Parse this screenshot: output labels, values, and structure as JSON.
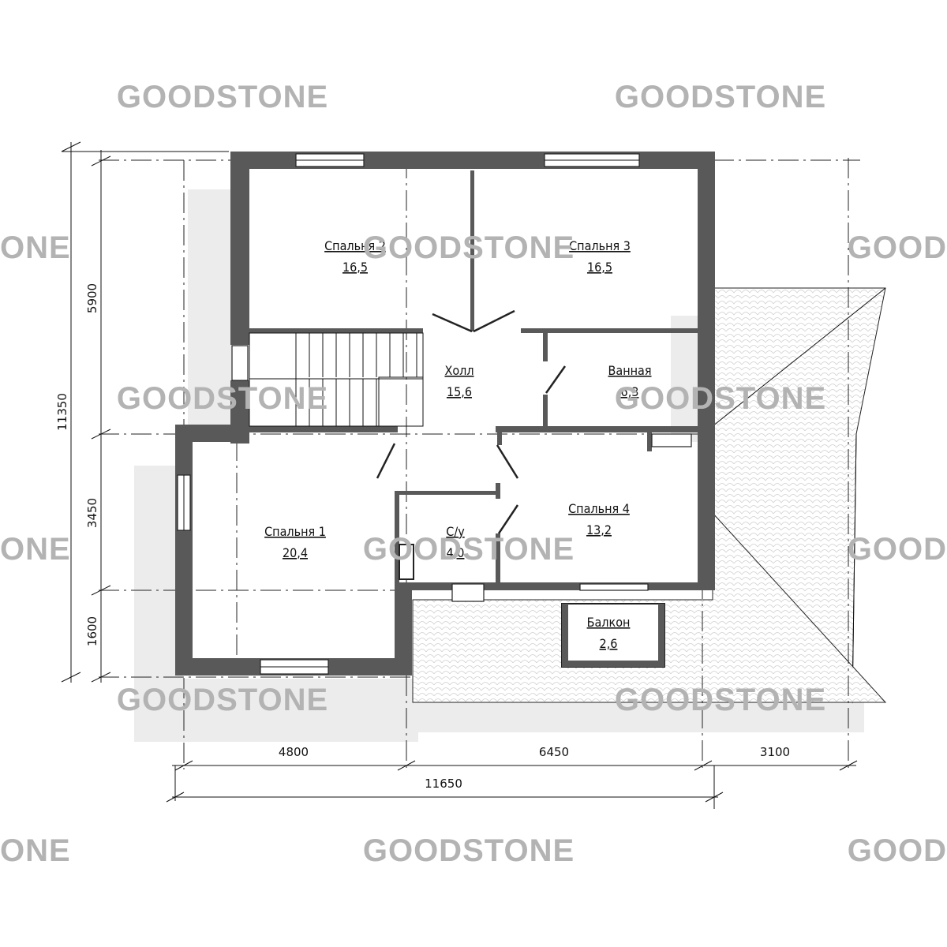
{
  "watermark": {
    "brand": "GOODSTONE",
    "edge_left": "ONE",
    "edge_right": "GOOD"
  },
  "rooms": {
    "bedroom2": {
      "name": "Спальня 2",
      "area": "16,5"
    },
    "bedroom3": {
      "name": "Спальня 3",
      "area": "16,5"
    },
    "hall": {
      "name": "Холл",
      "area": "15,6"
    },
    "bathroom": {
      "name": "Ванная",
      "area": "6,3"
    },
    "bedroom1": {
      "name": "Спальня 1",
      "area": "20,4"
    },
    "wc": {
      "name": "С/у",
      "area": "4,0"
    },
    "bedroom4": {
      "name": "Спальня 4",
      "area": "13,2"
    },
    "balcony": {
      "name": "Балкон",
      "area": "2,6"
    }
  },
  "dimensions": {
    "left": {
      "total": "11350",
      "upper": "5900",
      "middle": "3450",
      "lower": "1600"
    },
    "bottom": {
      "seg1": "4800",
      "seg2": "6450",
      "seg3": "3100",
      "total": "11650"
    }
  }
}
